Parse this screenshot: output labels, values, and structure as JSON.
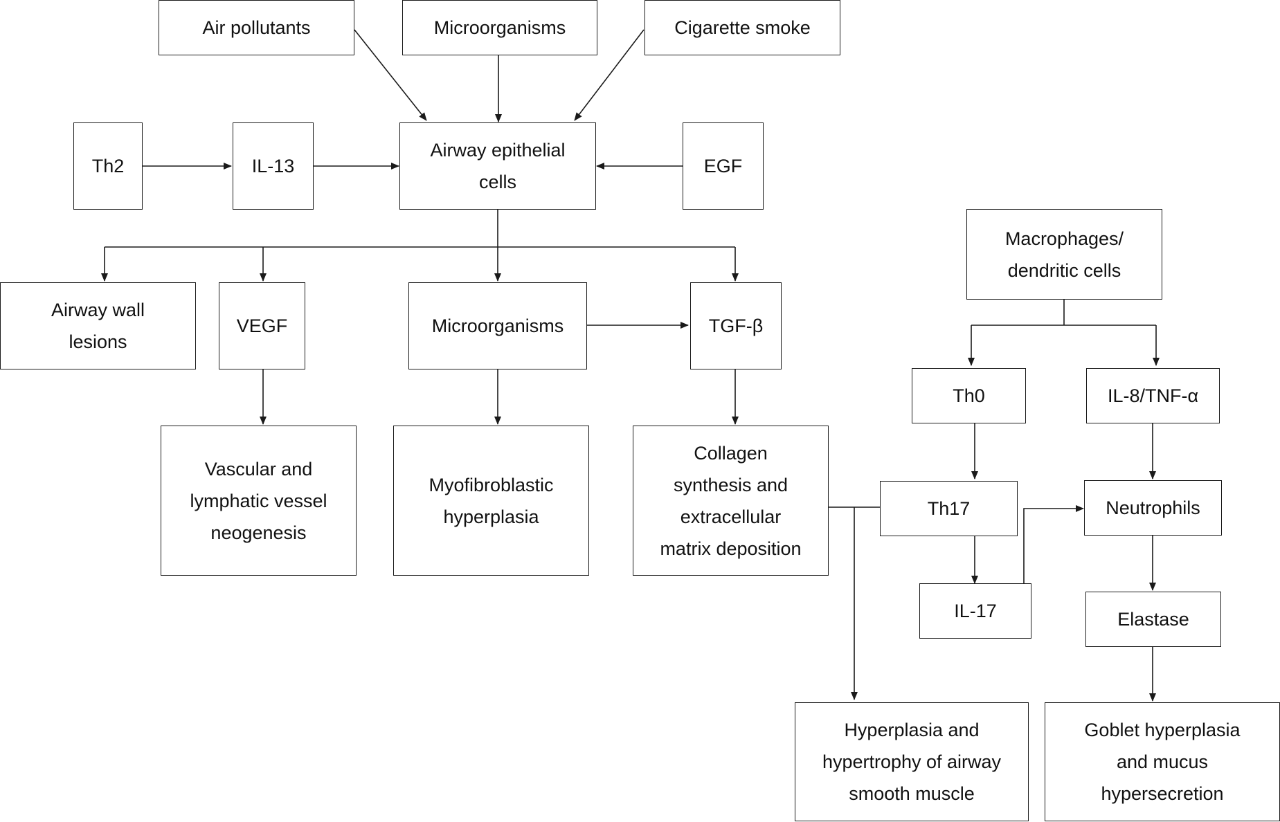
{
  "colors": {
    "stroke": "#1a1a1a",
    "text": "#111111",
    "background": "#ffffff"
  },
  "nodes": {
    "air_pollutants": "Air pollutants",
    "microorganisms_top": "Microorganisms",
    "cigarette_smoke": "Cigarette smoke",
    "th2": "Th2",
    "il13": "IL-13",
    "airway_epithelial_cells": "Airway epithelial\ncells",
    "egf": "EGF",
    "macrophages_dendritic": "Macrophages/\ndendritic cells",
    "airway_wall_lesions": "Airway wall\nlesions",
    "vegf": "VEGF",
    "microorganisms_mid": "Microorganisms",
    "tgf_beta": "TGF-β",
    "th0": "Th0",
    "il8_tnf": "IL-8/TNF-α",
    "vascular_neogenesis": "Vascular and\nlymphatic vessel\nneogenesis",
    "myofibroblastic": "Myofibroblastic\nhyperplasia",
    "collagen": "Collagen\nsynthesis and\nextracellular\nmatrix deposition",
    "th17": "Th17",
    "neutrophils": "Neutrophils",
    "il17": "IL-17",
    "elastase": "Elastase",
    "smooth_muscle": "Hyperplasia and\nhypertrophy of airway\nsmooth muscle",
    "goblet": "Goblet hyperplasia\nand mucus\nhypersecretion"
  }
}
